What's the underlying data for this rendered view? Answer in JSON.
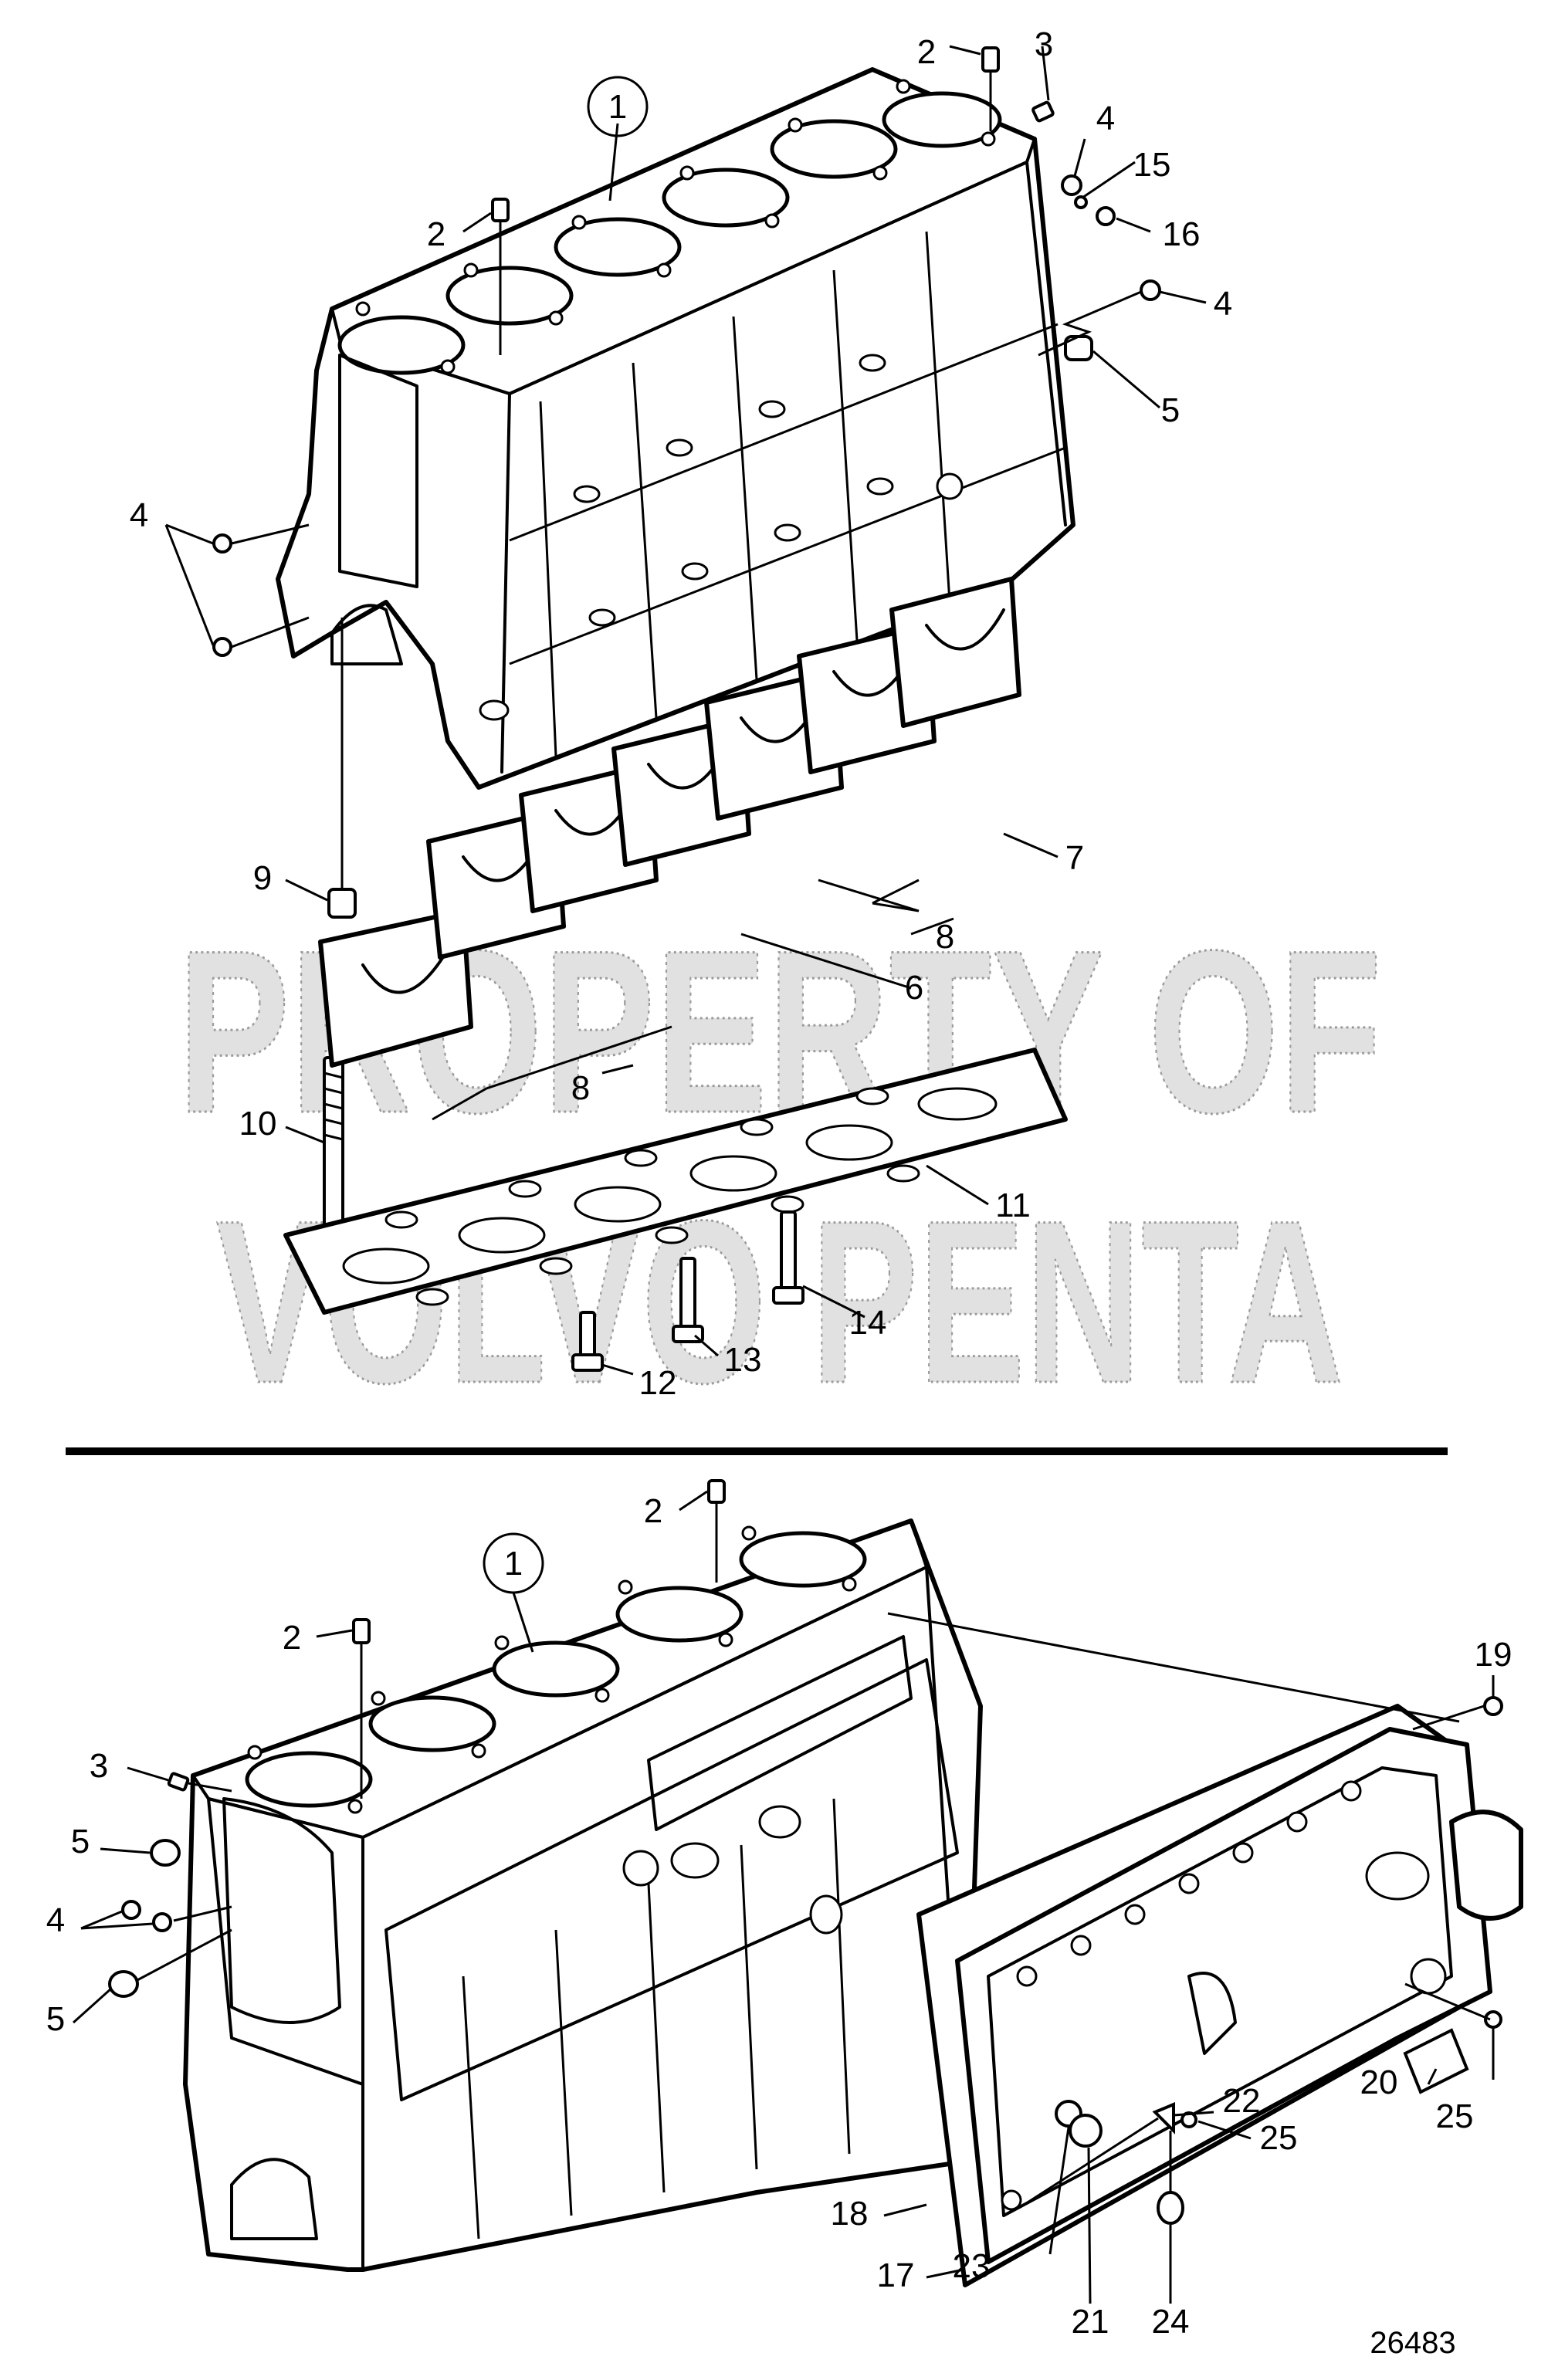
{
  "watermark": {
    "line1": "PROPERTY OF",
    "line2": "VOLVO PENTA"
  },
  "reference_number": "26483",
  "top_view": {
    "callouts": [
      {
        "id": "t-1",
        "label": "1",
        "circled": true
      },
      {
        "id": "t-2a",
        "label": "2"
      },
      {
        "id": "t-2b",
        "label": "2"
      },
      {
        "id": "t-3",
        "label": "3"
      },
      {
        "id": "t-4a",
        "label": "4"
      },
      {
        "id": "t-15",
        "label": "15"
      },
      {
        "id": "t-16",
        "label": "16"
      },
      {
        "id": "t-4b",
        "label": "4"
      },
      {
        "id": "t-5",
        "label": "5"
      },
      {
        "id": "t-4c",
        "label": "4"
      },
      {
        "id": "t-7",
        "label": "7"
      },
      {
        "id": "t-8a",
        "label": "8"
      },
      {
        "id": "t-9",
        "label": "9"
      },
      {
        "id": "t-6",
        "label": "6"
      },
      {
        "id": "t-8b",
        "label": "8"
      },
      {
        "id": "t-10",
        "label": "10"
      },
      {
        "id": "t-11",
        "label": "11"
      },
      {
        "id": "t-14",
        "label": "14"
      },
      {
        "id": "t-13",
        "label": "13"
      },
      {
        "id": "t-12",
        "label": "12"
      }
    ]
  },
  "bottom_view": {
    "callouts": [
      {
        "id": "b-1",
        "label": "1",
        "circled": true
      },
      {
        "id": "b-2a",
        "label": "2"
      },
      {
        "id": "b-2b",
        "label": "2"
      },
      {
        "id": "b-3",
        "label": "3"
      },
      {
        "id": "b-5a",
        "label": "5"
      },
      {
        "id": "b-4",
        "label": "4"
      },
      {
        "id": "b-5b",
        "label": "5"
      },
      {
        "id": "b-19",
        "label": "19"
      },
      {
        "id": "b-18",
        "label": "18"
      },
      {
        "id": "b-17",
        "label": "17"
      },
      {
        "id": "b-22",
        "label": "22"
      },
      {
        "id": "b-25a",
        "label": "25"
      },
      {
        "id": "b-20",
        "label": "20"
      },
      {
        "id": "b-25b",
        "label": "25"
      },
      {
        "id": "b-23",
        "label": "23"
      },
      {
        "id": "b-21",
        "label": "21"
      },
      {
        "id": "b-24",
        "label": "24"
      }
    ]
  }
}
